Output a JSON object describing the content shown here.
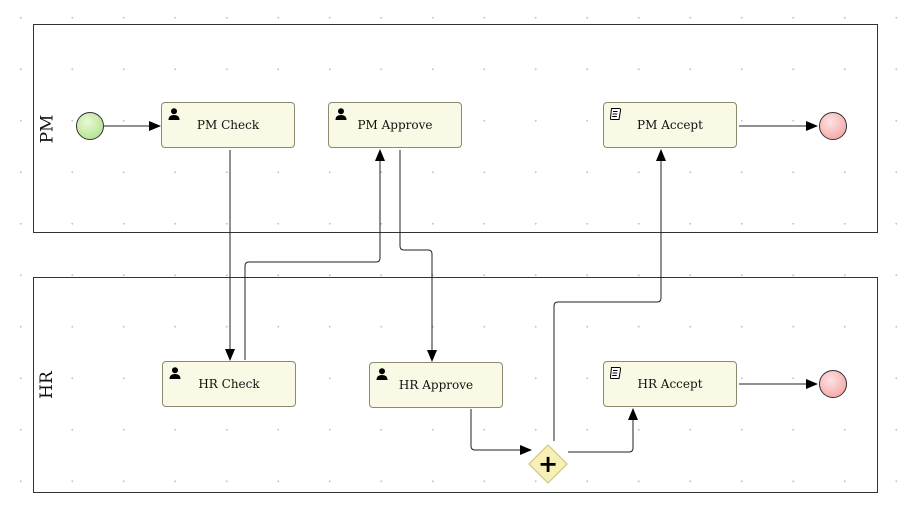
{
  "pools": {
    "pm": {
      "label": "PM"
    },
    "hr": {
      "label": "HR"
    }
  },
  "tasks": {
    "pm_check": {
      "label": "PM Check",
      "icon": "user-icon"
    },
    "pm_approve": {
      "label": "PM Approve",
      "icon": "user-icon"
    },
    "pm_accept": {
      "label": "PM Accept",
      "icon": "script-icon"
    },
    "hr_check": {
      "label": "HR Check",
      "icon": "user-icon"
    },
    "hr_approve": {
      "label": "HR Approve",
      "icon": "user-icon"
    },
    "hr_accept": {
      "label": "HR Accept",
      "icon": "script-icon"
    }
  },
  "events": {
    "start": {
      "type": "start",
      "color": "#a7dc7c"
    },
    "pm_end": {
      "type": "end",
      "color": "#f29a9a"
    },
    "hr_end": {
      "type": "end",
      "color": "#f29a9a"
    }
  },
  "gateways": {
    "parallel": {
      "type": "parallel",
      "symbol": "+"
    }
  }
}
